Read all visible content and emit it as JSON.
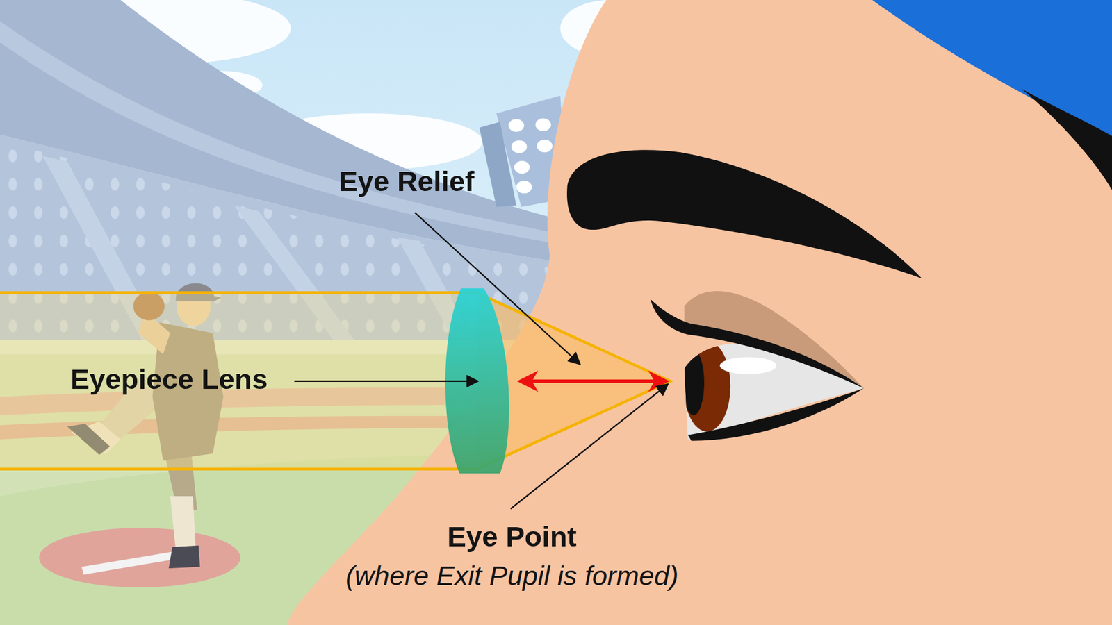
{
  "diagram": {
    "labels": [
      "Eye Relief",
      "Eyepiece Lens",
      "Eye Point",
      "(where Exit Pupil is formed)"
    ]
  }
}
